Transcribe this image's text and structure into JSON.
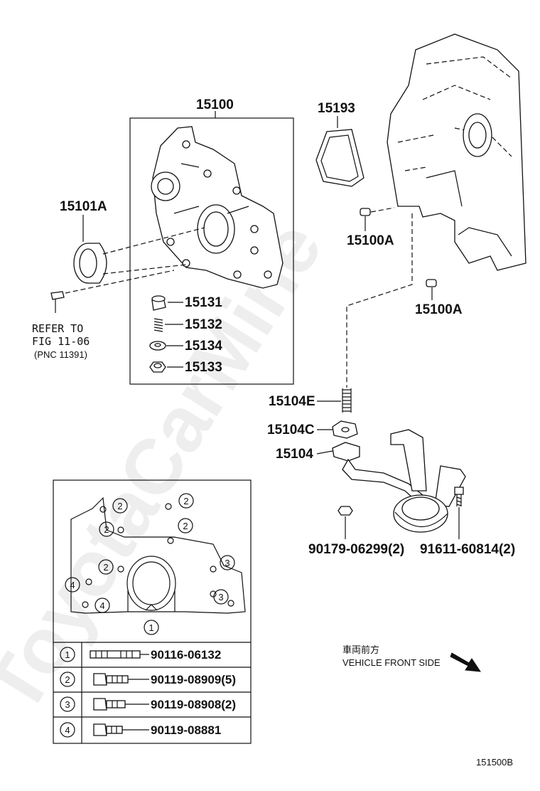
{
  "watermark": "ToyotaCarMine",
  "callouts": {
    "oil_pump": "15100",
    "oil_seal": "15101A",
    "gasket": "15193",
    "pin_upper": "15100A",
    "pin_lower": "15100A",
    "valve": "15131",
    "spring": "15132",
    "retainer": "15134",
    "plug": "15133",
    "stud": "15104E",
    "strainer_gasket": "15104C",
    "strainer": "15104",
    "nut": "90179-06299(2)",
    "bolt": "91611-60814(2)"
  },
  "refer": {
    "line1": "REFER TO",
    "line2": "FIG 11-06",
    "line3": "(PNC 11391)"
  },
  "inset_bolt_positions": {
    "pos_2a": "2",
    "pos_2b": "2",
    "pos_2c": "2",
    "pos_2d": "2",
    "pos_2e": "2",
    "pos_3a": "3",
    "pos_3b": "3",
    "pos_4a": "4",
    "pos_4b": "4",
    "pos_1": "1"
  },
  "bolt_table": [
    {
      "key": "1",
      "part": "90116-06132"
    },
    {
      "key": "2",
      "part": "90119-08909(5)"
    },
    {
      "key": "3",
      "part": "90119-08908(2)"
    },
    {
      "key": "4",
      "part": "90119-08881"
    }
  ],
  "direction": {
    "japanese": "車両前方",
    "english": "VEHICLE FRONT SIDE"
  },
  "figure_code": "151500B"
}
